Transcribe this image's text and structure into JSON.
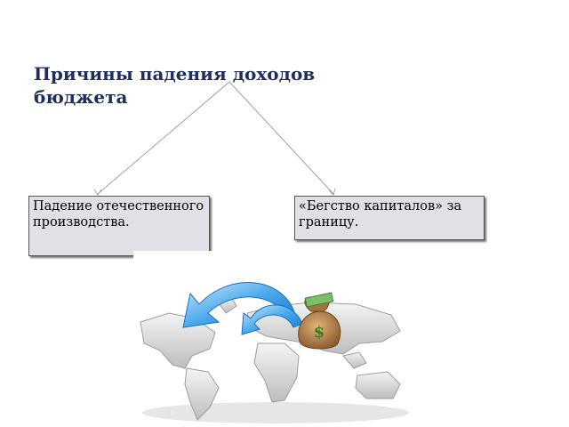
{
  "diagram": {
    "title": "Причины падения доходов бюджета",
    "nodes": {
      "left": "Падение отечественного производства.",
      "right": "«Бегство капиталов» за границу."
    },
    "image": {
      "dollar_symbol": "$"
    }
  }
}
